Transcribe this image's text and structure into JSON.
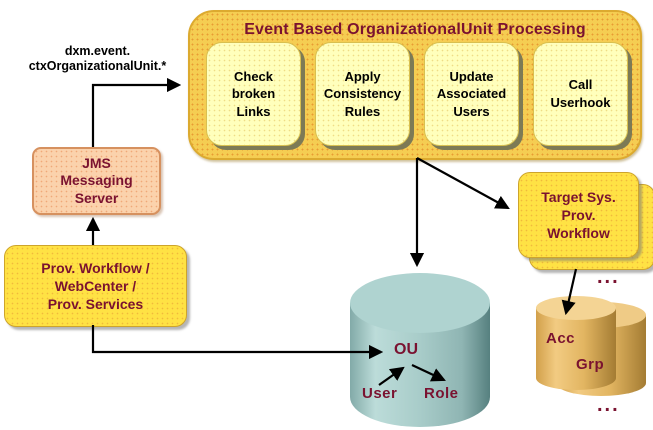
{
  "diagram": {
    "title": "Event Based OrganizationalUnit Processing",
    "event_label": "dxm.event.\nctxOrganizationalUnit.*",
    "steps": [
      "Check\nbroken\nLinks",
      "Apply\nConsistency\nRules",
      "Update\nAssociated\nUsers",
      "Call\nUserhook"
    ],
    "jms_server": "JMS\nMessaging\nServer",
    "prov_workflow": "Prov. Workflow /\nWebCenter /\nProv. Services",
    "target_workflow": "Target Sys.\nProv.\nWorkflow",
    "identity_store": {
      "ou": "OU",
      "user": "User",
      "role": "Role"
    },
    "target_store": {
      "acc": "Acc",
      "grp": "Grp"
    },
    "ellipsis_top": "...",
    "ellipsis_bottom": "...",
    "colors": {
      "maroon_text": "#7A1230",
      "container_gold": "#F5CD52",
      "step_yellow": "#FFFFBC",
      "box_yellow": "#FFE244",
      "jms_peach": "#FBD2AC",
      "db_teal": "#A8CCC9",
      "db_gold": "#E4B765",
      "arrow_black": "#000000"
    }
  }
}
